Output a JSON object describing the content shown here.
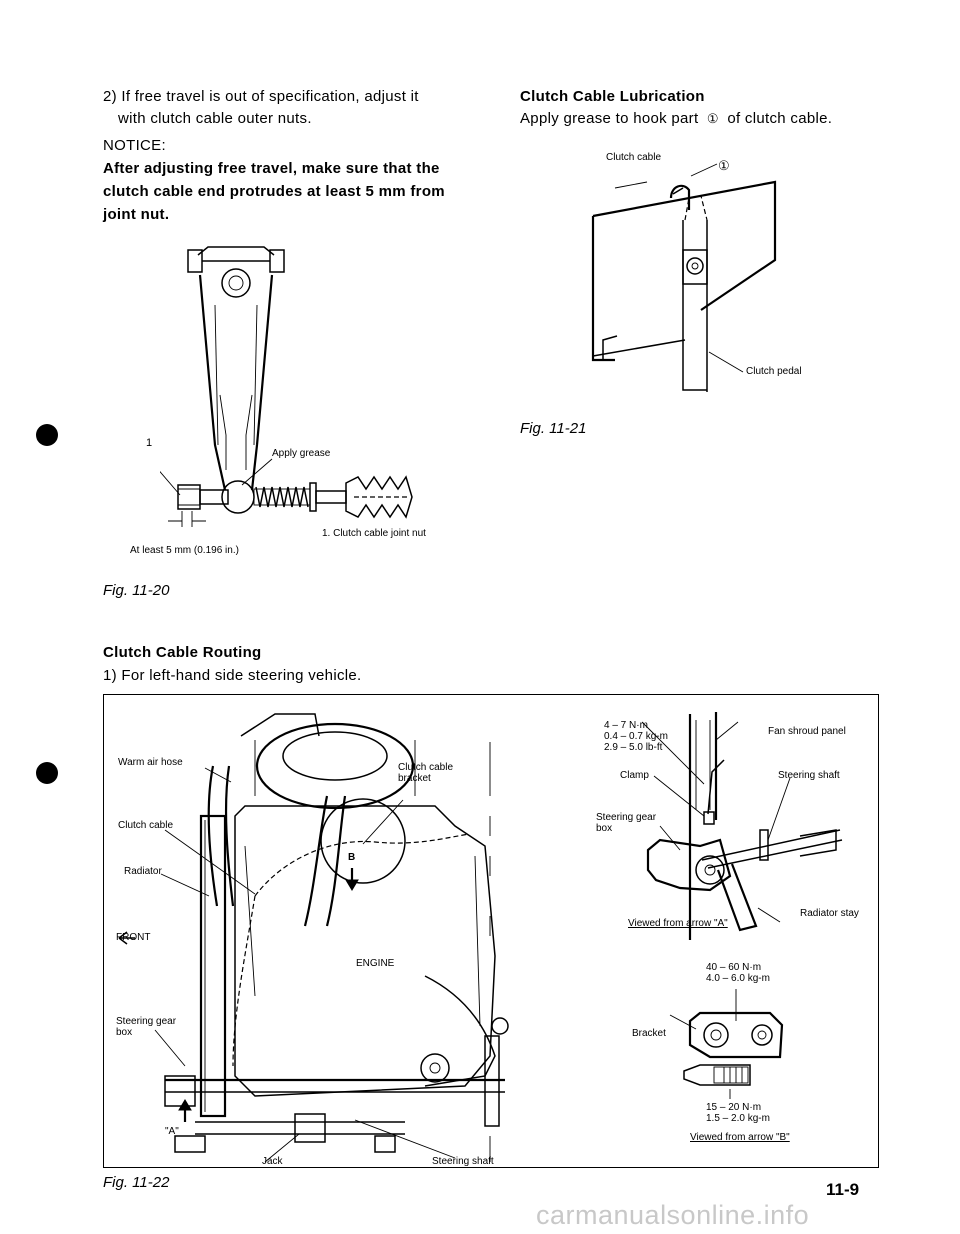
{
  "page": {
    "page_number": "11-9",
    "watermark": "carmanualsonline.info"
  },
  "left_column": {
    "step2": {
      "line1": "2) If free travel is out of specification, adjust it",
      "line2": "with clutch cable outer nuts."
    },
    "notice": {
      "heading": "NOTICE:",
      "line1": "After adjusting free travel, make sure that the",
      "line2": "clutch cable end protrudes at least 5 mm from",
      "line3": "joint nut."
    },
    "fig20": {
      "caption": "Fig. 11-20",
      "labels": {
        "callout_1": "1",
        "apply_grease": "Apply grease",
        "joint_nut": "1.  Clutch cable joint nut",
        "at_least": "At least 5 mm (0.196 in.)"
      }
    },
    "routing": {
      "heading": "Clutch Cable Routing",
      "step1": "1) For left-hand side steering vehicle."
    }
  },
  "right_column": {
    "lubrication": {
      "heading": "Clutch Cable Lubrication",
      "text_before": "Apply grease to hook part",
      "circled": "①",
      "text_after": "of clutch cable."
    },
    "fig21": {
      "caption": "Fig. 11-21",
      "labels": {
        "clutch_cable": "Clutch cable",
        "hook_part": "①",
        "clutch_pedal": "Clutch pedal"
      }
    }
  },
  "fig22": {
    "caption": "Fig. 11-22",
    "labels": {
      "warm_air_hose": "Warm air hose",
      "clutch_cable": "Clutch cable",
      "radiator": "Radiator",
      "front": "FRONT",
      "steering_gear_box_1": "Steering gear",
      "steering_gear_box_2": "box",
      "clutch_cable_bracket_1": "Clutch cable",
      "clutch_cable_bracket_2": "bracket",
      "arrow_b": "B",
      "engine": "ENGINE",
      "arrow_a": "\"A\"",
      "jack": "Jack",
      "steering_shaft": "Steering shaft"
    },
    "view_a": {
      "torque_1": "4 – 7 N·m",
      "torque_2": "0.4 – 0.7 kg-m",
      "torque_3": "2.9 – 5.0 lb-ft",
      "fan_shroud": "Fan shroud panel",
      "clamp": "Clamp",
      "steering_shaft": "Steering shaft",
      "steering_gear_box_1": "Steering gear",
      "steering_gear_box_2": "box",
      "radiator_stay": "Radiator stay",
      "caption": "Viewed from arrow \"A\""
    },
    "view_b": {
      "torque_1": "40 – 60 N·m",
      "torque_2": "4.0 – 6.0 kg-m",
      "bracket": "Bracket",
      "torque_3": "15 – 20 N·m",
      "torque_4": "1.5 – 2.0 kg-m",
      "caption": "Viewed from arrow \"B\""
    }
  }
}
